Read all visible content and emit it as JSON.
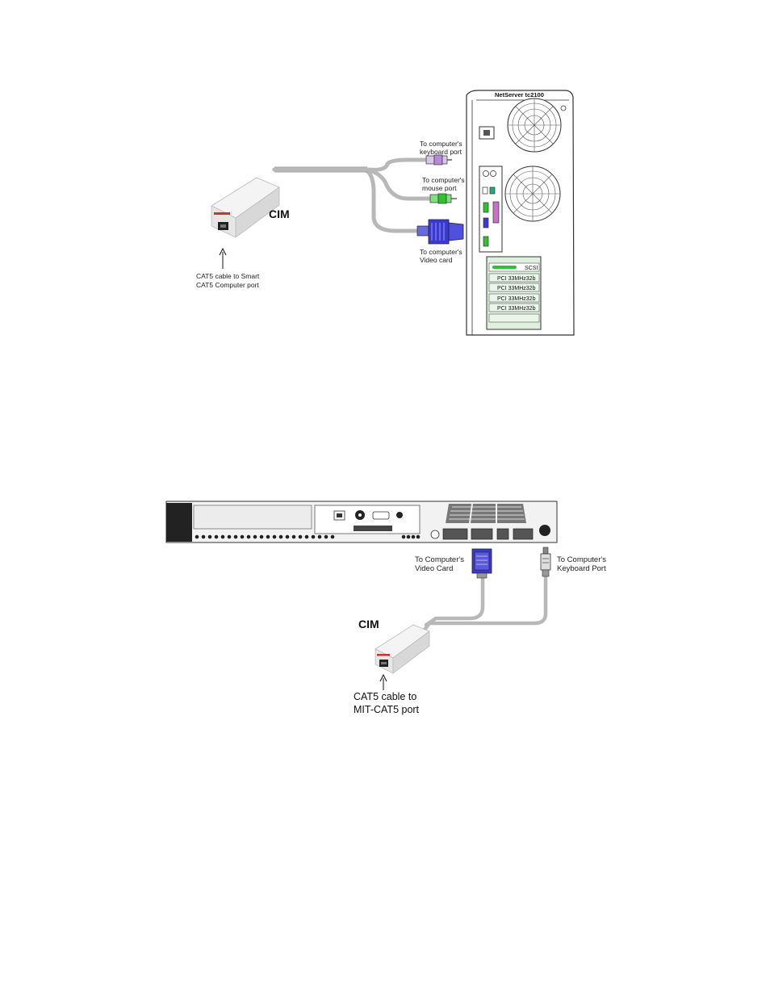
{
  "diagram1": {
    "server_title": "NetServer tc2100",
    "keyboard_label": [
      "To computer's",
      "keyboard port"
    ],
    "mouse_label": [
      "To computer's",
      "mouse port"
    ],
    "video_label": [
      "To computer's",
      "Video card"
    ],
    "cim_label": "CIM",
    "cat5_label": [
      "CAT5 cable to Smart",
      "CAT5 Computer port"
    ],
    "slots": [
      "SCSI",
      "PCI 33MHz32b",
      "PCI 33MHz32b",
      "PCI 33MHz32b",
      "PCI 33MHz32b"
    ]
  },
  "diagram2": {
    "video_label": [
      "To Computer's",
      "Video Card"
    ],
    "keyboard_label": [
      "To Computer's",
      "Keyboard Port"
    ],
    "cim_label": "CIM",
    "cat5_label": [
      "CAT5 cable to",
      "MIT-CAT5 port"
    ]
  },
  "colors": {
    "cable": "#b8b8b8",
    "vga_blue": "#3a3ad0",
    "mouse_green": "#2ec22e",
    "keyboard_purple": "#b58ad8",
    "panel_green": "#c8e8c8",
    "rack_dark": "#3a3a3a"
  }
}
